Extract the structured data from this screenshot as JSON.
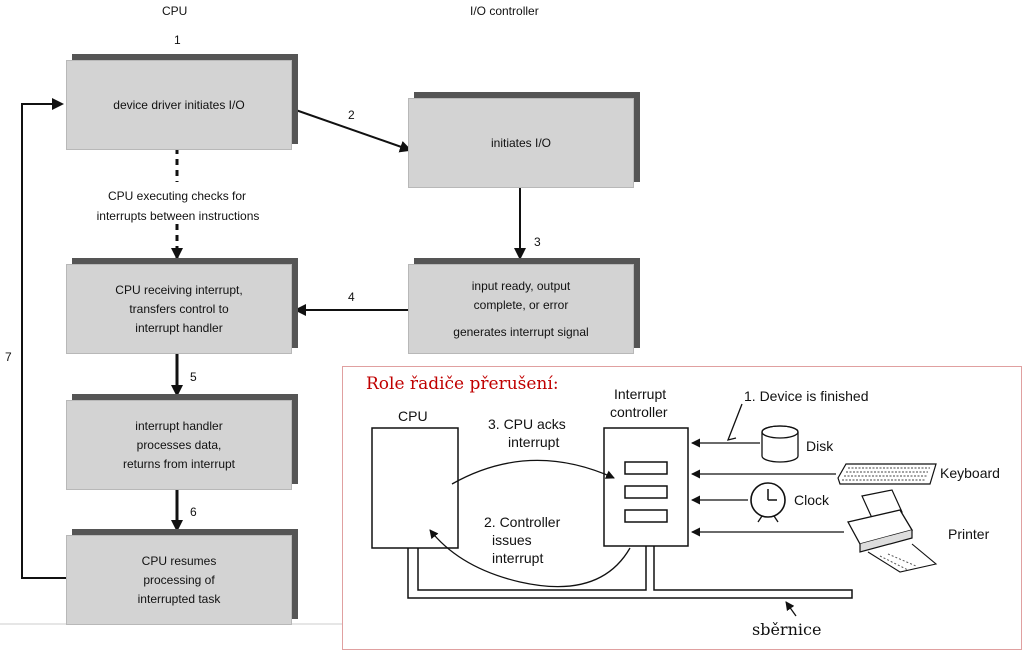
{
  "flow": {
    "col_cpu": "CPU",
    "col_io": "I/O controller",
    "steps": {
      "s1": "1",
      "s2": "2",
      "s3": "3",
      "s4": "4",
      "s5": "5",
      "s6": "6",
      "s7": "7"
    },
    "boxes": {
      "driver": [
        "device driver initiates I/O"
      ],
      "initiates": [
        "initiates I/O"
      ],
      "ready": [
        "input ready, output",
        "complete, or error"
      ],
      "signal": "generates interrupt signal",
      "receiving": [
        "CPU receiving interrupt,",
        "transfers control to",
        "interrupt handler"
      ],
      "handler": [
        "interrupt handler",
        "processes data,",
        "returns from interrupt"
      ],
      "resumes": [
        "CPU resumes",
        "processing of",
        "interrupted task"
      ]
    },
    "checks_note": [
      "CPU executing checks for",
      "interrupts between instructions"
    ]
  },
  "inset": {
    "title": "Role řadiče přerušení:",
    "cpu_label": "CPU",
    "controller_label": [
      "Interrupt",
      "controller"
    ],
    "acks_label": [
      "3. CPU acks",
      "interrupt"
    ],
    "issues_label": [
      "2. Controller",
      "issues",
      "interrupt"
    ],
    "finished_label": "1. Device is finished",
    "devices": {
      "disk": "Disk",
      "keyboard": "Keyboard",
      "clock": "Clock",
      "printer": "Printer"
    },
    "bus_label": "sběrnice"
  },
  "colors": {
    "box_fill": "#d3d3d3",
    "box_shadow": "#555555",
    "title_red": "#c00000",
    "inset_border": "#e0a0a0"
  }
}
